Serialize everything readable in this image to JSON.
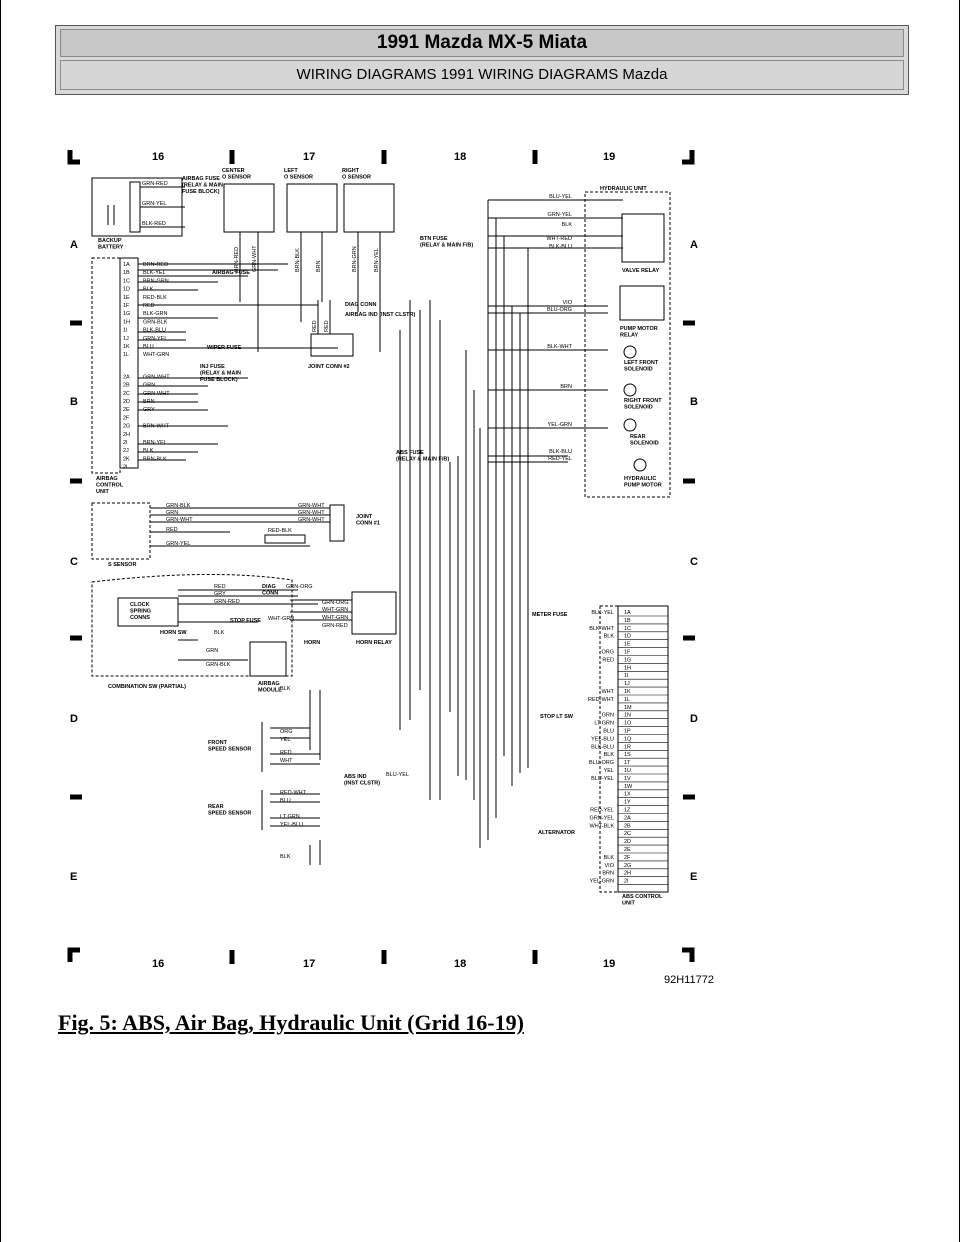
{
  "header": {
    "title": "1991 Mazda MX-5 Miata",
    "subtitle": "WIRING DIAGRAMS 1991 WIRING DIAGRAMS Mazda"
  },
  "grid": {
    "columns": [
      "16",
      "17",
      "18",
      "19"
    ],
    "rows": [
      "A",
      "B",
      "C",
      "D",
      "E"
    ]
  },
  "labels": {
    "center_o2": "CENTER\nO SENSOR",
    "left_o2": "LEFT\nO SENSOR",
    "right_o2": "RIGHT\nO SENSOR",
    "backup_battery": "BACKUP\nBATTERY",
    "airbag_fuse_relay": "AIRBAG FUSE\n(RELAY & MAIN\nFUSE BLOCK)",
    "airbag_fuse": "AIRBAG FUSE",
    "wiper_fuse": "WIPER FUSE",
    "inj_fuse": "INJ FUSE\n(RELAY & MAIN\nFUSE BLOCK)",
    "airbag_control_unit": "AIRBAG\nCONTROL\nUNIT",
    "diag_conn": "DIAG CONN",
    "airbag_ind": "AIRBAG IND (INST CLSTR)",
    "joint_conn2": "JOINT CONN #2",
    "joint_conn1": "JOINT\nCONN #1",
    "s_sensor": "S SENSOR",
    "clock_spring": "CLOCK\nSPRING\nCONNS",
    "horn_sw": "HORN SW",
    "airbag_module": "AIRBAG\nMODULE",
    "combination_sw": "COMBINATION SW (PARTIAL)",
    "diag_conn2": "DIAG\nCONN",
    "stop_fuse": "STOP FUSE",
    "horn": "HORN",
    "horn_relay": "HORN RELAY",
    "front_speed": "FRONT\nSPEED SENSOR",
    "rear_speed": "REAR\nSPEED SENSOR",
    "abs_ind": "ABS IND\n(INST CLSTR)",
    "btn_fuse": "BTN FUSE\n(RELAY & MAIN F/B)",
    "abs_fuse": "ABS FUSE\n(RELAY & MAIN F/B)",
    "hydraulic_unit": "HYDRAULIC UNIT",
    "valve_relay": "VALVE RELAY",
    "pump_motor_relay": "PUMP MOTOR\nRELAY",
    "left_front_sol": "LEFT FRONT\nSOLENOID",
    "right_front_sol": "RIGHT FRONT\nSOLENOID",
    "rear_sol": "REAR\nSOLENOID",
    "hyd_pump_motor": "HYDRAULIC\nPUMP MOTOR",
    "meter_fuse": "METER FUSE",
    "stop_lt_sw": "STOP LT SW",
    "alternator": "ALTERNATOR",
    "abs_control_unit": "ABS CONTROL\nUNIT",
    "figure_code": "92H11772"
  },
  "airbag_pins": [
    {
      "pin": "1A",
      "wire": "BRN-RED"
    },
    {
      "pin": "1B",
      "wire": "BLK-YEL"
    },
    {
      "pin": "1C",
      "wire": "BRN-GRN"
    },
    {
      "pin": "1D",
      "wire": "BLK"
    },
    {
      "pin": "1E",
      "wire": "RED-BLK"
    },
    {
      "pin": "1F",
      "wire": "RED"
    },
    {
      "pin": "1G",
      "wire": "BLK-GRN"
    },
    {
      "pin": "1H",
      "wire": "GRN-BLK"
    },
    {
      "pin": "1I",
      "wire": "BLK-BLU"
    },
    {
      "pin": "1J",
      "wire": "GRN-YEL"
    },
    {
      "pin": "1K",
      "wire": "BLU"
    },
    {
      "pin": "1L",
      "wire": "WHT-GRN"
    },
    {
      "pin": "2A",
      "wire": "GRN-WHT"
    },
    {
      "pin": "2B",
      "wire": "GRN"
    },
    {
      "pin": "2C",
      "wire": "GRN-WHT"
    },
    {
      "pin": "2D",
      "wire": "BRN"
    },
    {
      "pin": "2E",
      "wire": "GRY"
    },
    {
      "pin": "2F",
      "wire": ""
    },
    {
      "pin": "2G",
      "wire": "BRN-WHT"
    },
    {
      "pin": "2H",
      "wire": ""
    },
    {
      "pin": "2I",
      "wire": "BRN-YEL"
    },
    {
      "pin": "2J",
      "wire": "BLK"
    },
    {
      "pin": "2K",
      "wire": "BRN-BLK"
    },
    {
      "pin": "2L",
      "wire": ""
    }
  ],
  "abs_pins": [
    {
      "pin": "1A",
      "wire": "BLK-YEL"
    },
    {
      "pin": "1B",
      "wire": ""
    },
    {
      "pin": "1C",
      "wire": "BLK-WHT"
    },
    {
      "pin": "1D",
      "wire": "BLK"
    },
    {
      "pin": "1E",
      "wire": ""
    },
    {
      "pin": "1F",
      "wire": "ORG"
    },
    {
      "pin": "1G",
      "wire": "RED"
    },
    {
      "pin": "1H",
      "wire": ""
    },
    {
      "pin": "1I",
      "wire": ""
    },
    {
      "pin": "1J",
      "wire": ""
    },
    {
      "pin": "1K",
      "wire": "WHT"
    },
    {
      "pin": "1L",
      "wire": "RED-WHT"
    },
    {
      "pin": "1M",
      "wire": ""
    },
    {
      "pin": "1N",
      "wire": "GRN"
    },
    {
      "pin": "1O",
      "wire": "LT GRN"
    },
    {
      "pin": "1P",
      "wire": "BLU"
    },
    {
      "pin": "1Q",
      "wire": "YEL-BLU"
    },
    {
      "pin": "1R",
      "wire": "BLK-BLU"
    },
    {
      "pin": "1S",
      "wire": "BLK"
    },
    {
      "pin": "1T",
      "wire": "BLU-ORG"
    },
    {
      "pin": "1U",
      "wire": "YEL"
    },
    {
      "pin": "1V",
      "wire": "BLU-YEL"
    },
    {
      "pin": "1W",
      "wire": ""
    },
    {
      "pin": "1X",
      "wire": ""
    },
    {
      "pin": "1Y",
      "wire": ""
    },
    {
      "pin": "1Z",
      "wire": "RED-YEL"
    },
    {
      "pin": "2A",
      "wire": "GRN-YEL"
    },
    {
      "pin": "2B",
      "wire": "WHT-BLK"
    },
    {
      "pin": "2C",
      "wire": ""
    },
    {
      "pin": "2D",
      "wire": ""
    },
    {
      "pin": "2E",
      "wire": ""
    },
    {
      "pin": "2F",
      "wire": "BLK"
    },
    {
      "pin": "2G",
      "wire": "VIO"
    },
    {
      "pin": "2H",
      "wire": "BRN"
    },
    {
      "pin": "2I",
      "wire": "YEL-GRN"
    }
  ],
  "hydraulic_wires": [
    "BLU-YEL",
    "GRN-YEL",
    "BLK",
    "WHT-RED",
    "BLK-BLU",
    "VIO",
    "BLU-ORG",
    "BLK-WHT",
    "BRN",
    "YEL-GRN",
    "BLK-BLU",
    "RED-YEL"
  ],
  "o2_wires": [
    "BRN-RED",
    "GRN-WHT",
    "BRN-BLK",
    "BRN",
    "BRN-GRN",
    "BRN-YEL"
  ],
  "top_wires": [
    "GRN-RED",
    "GRN-YEL",
    "BLK-RED"
  ],
  "joint1_wires": [
    "GRN-WHT",
    "GRN-WHT",
    "GRN-WHT"
  ],
  "s_sensor_wires": [
    "GRN-BLK",
    "GRN",
    "GRN-WHT",
    "RED",
    "GRN-YEL"
  ],
  "red_blk": "RED-BLK",
  "diag_wires": [
    "RED",
    "RED"
  ],
  "combo_wires": [
    "RED",
    "GRY",
    "GRN-RED",
    "BLK",
    "GRN",
    "GRN-BLK"
  ],
  "horn_relay_wires": [
    "GRN-ORG",
    "GRN-ORG",
    "WHT-GRN",
    "WHT-GRN",
    "WHT-GRN",
    "GRN-RED"
  ],
  "front_speed_wires": [
    "ORG",
    "YEL",
    "RED",
    "WHT"
  ],
  "rear_speed_wires": [
    "RED-WHT",
    "BLU",
    "LT GRN",
    "YEL-BLU"
  ],
  "blk_wire": "BLK",
  "caption": "Fig. 5: ABS, Air Bag, Hydraulic Unit (Grid 16-19)"
}
